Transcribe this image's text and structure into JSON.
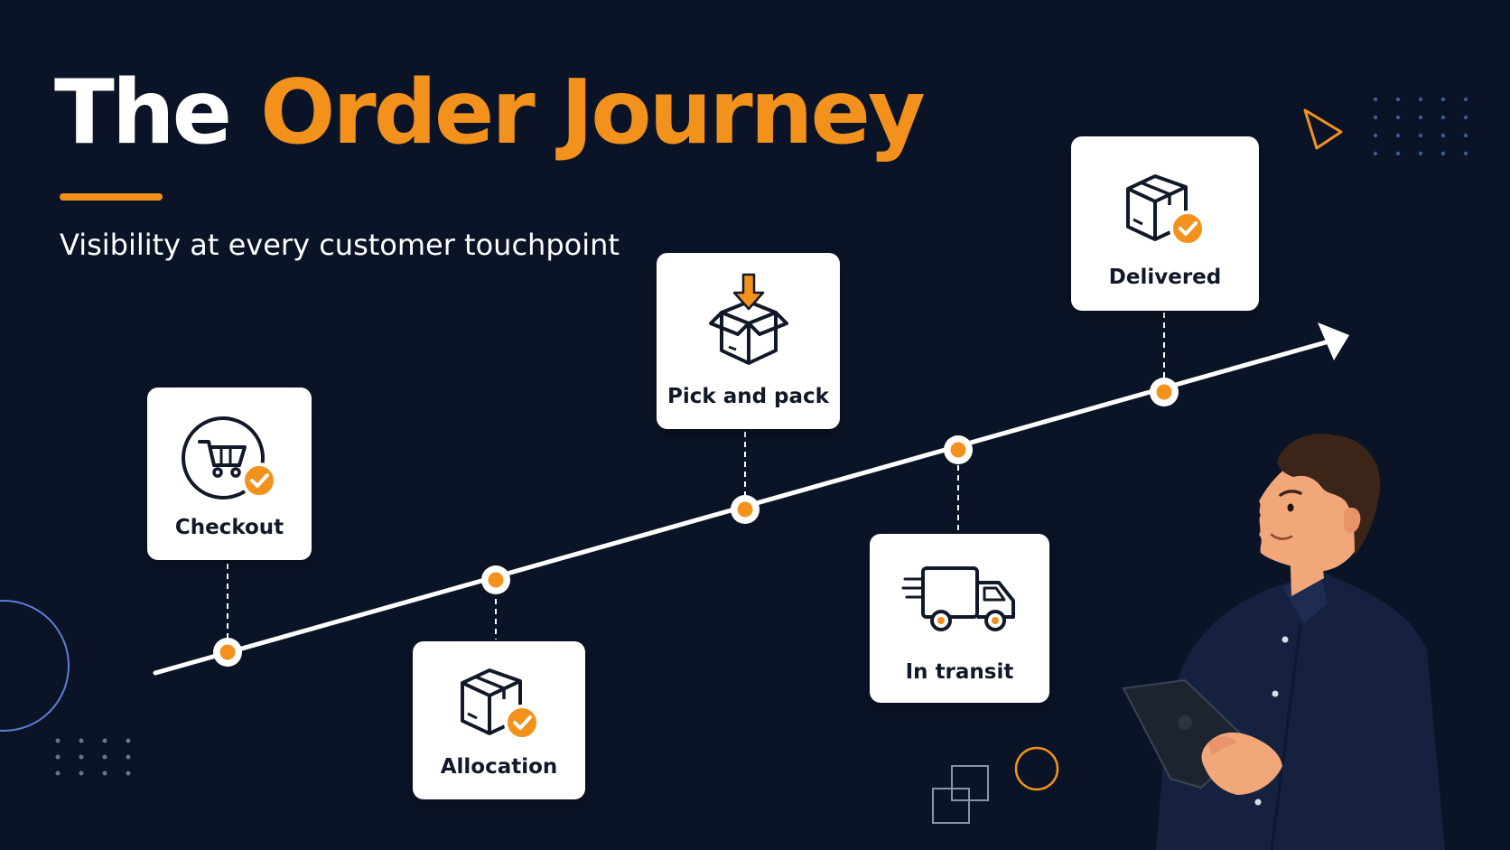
{
  "title": {
    "word1": "The",
    "word2": "Order Journey"
  },
  "subtitle": "Visibility at every customer touchpoint",
  "colors": {
    "background": "#0b1427",
    "accent": "#f2921c",
    "card": "#ffffff",
    "text_light": "#ffffff",
    "text_dark": "#111827"
  },
  "stages": [
    {
      "label": "Checkout",
      "icon": "shopping-cart-check-icon"
    },
    {
      "label": "Allocation",
      "icon": "box-check-icon"
    },
    {
      "label": "Pick and pack",
      "icon": "open-box-down-arrow-icon"
    },
    {
      "label": "In transit",
      "icon": "delivery-truck-icon"
    },
    {
      "label": "Delivered",
      "icon": "box-check-icon"
    }
  ],
  "illustration": "person-holding-tablet"
}
